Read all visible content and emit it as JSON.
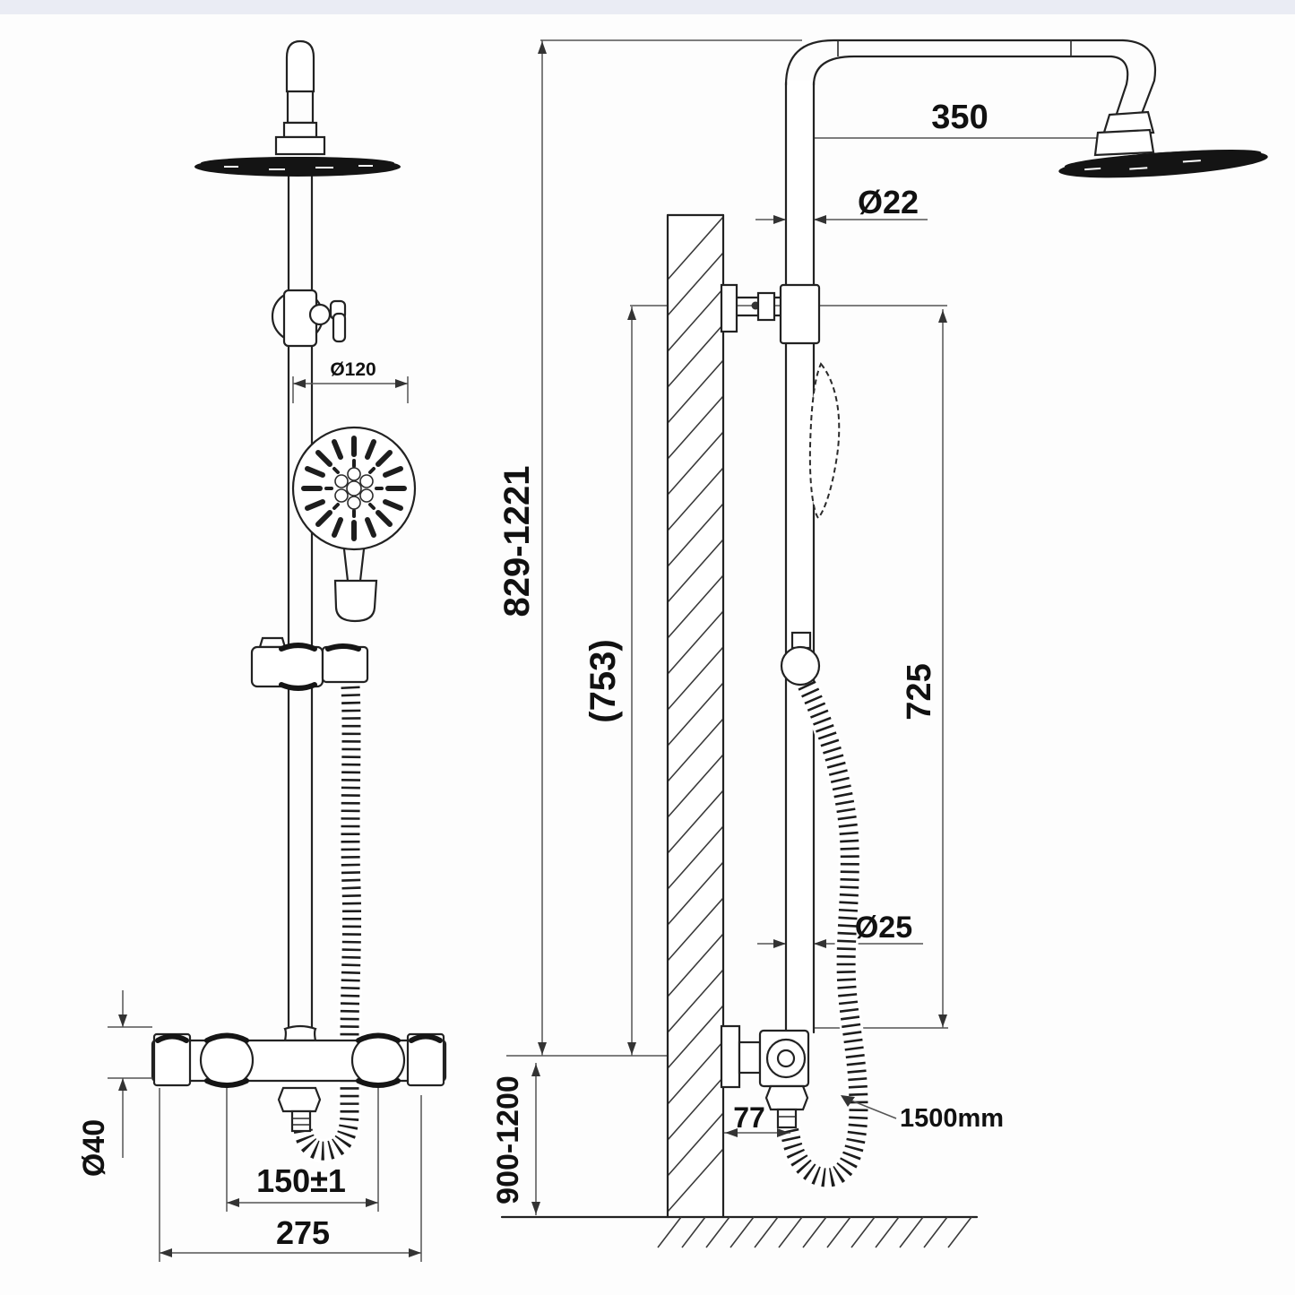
{
  "drawing": {
    "type": "technical-dimension-drawing",
    "subject": "thermostatic shower column with rain head, hand shower and bar mixer valve",
    "views": {
      "left": "front elevation",
      "right": "side elevation at wall"
    }
  },
  "dimensions": {
    "arm_reach": "350",
    "pipe_diameter": "Ø22",
    "handset_diameter": "Ø120",
    "overall_height_range": "829-1221",
    "reference_height": "(753)",
    "riser_length": "725",
    "riser_diameter": "Ø25",
    "valve_body_diameter": "Ø40",
    "inlet_centres": "150±1",
    "valve_overall_width": "275",
    "wall_offset": "77",
    "installation_height_range": "900-1200",
    "hose_length": "1500mm"
  },
  "colors": {
    "line": "#222222",
    "dimension_line": "#555555",
    "solid_fill": "#141414",
    "background": "#fdfdfd",
    "top_band": "#eaecf4"
  }
}
